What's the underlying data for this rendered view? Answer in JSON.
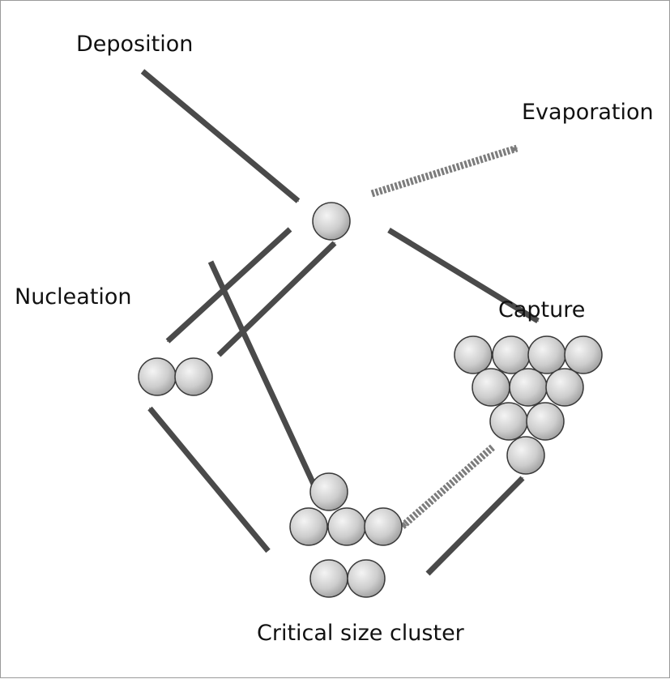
{
  "labels": {
    "deposition": "Deposition",
    "evaporation": "Evaporation",
    "nucleation": "Nucleation",
    "capture": "Capture",
    "critical": "Critical size cluster"
  },
  "colors": {
    "arrow": "#4a4a4a",
    "dashed_arrow": "#7c7c7c",
    "atom_fill_light": "#f2f2f2",
    "atom_fill_dark": "#a8a8a8",
    "atom_outline": "#3a3a3a"
  }
}
